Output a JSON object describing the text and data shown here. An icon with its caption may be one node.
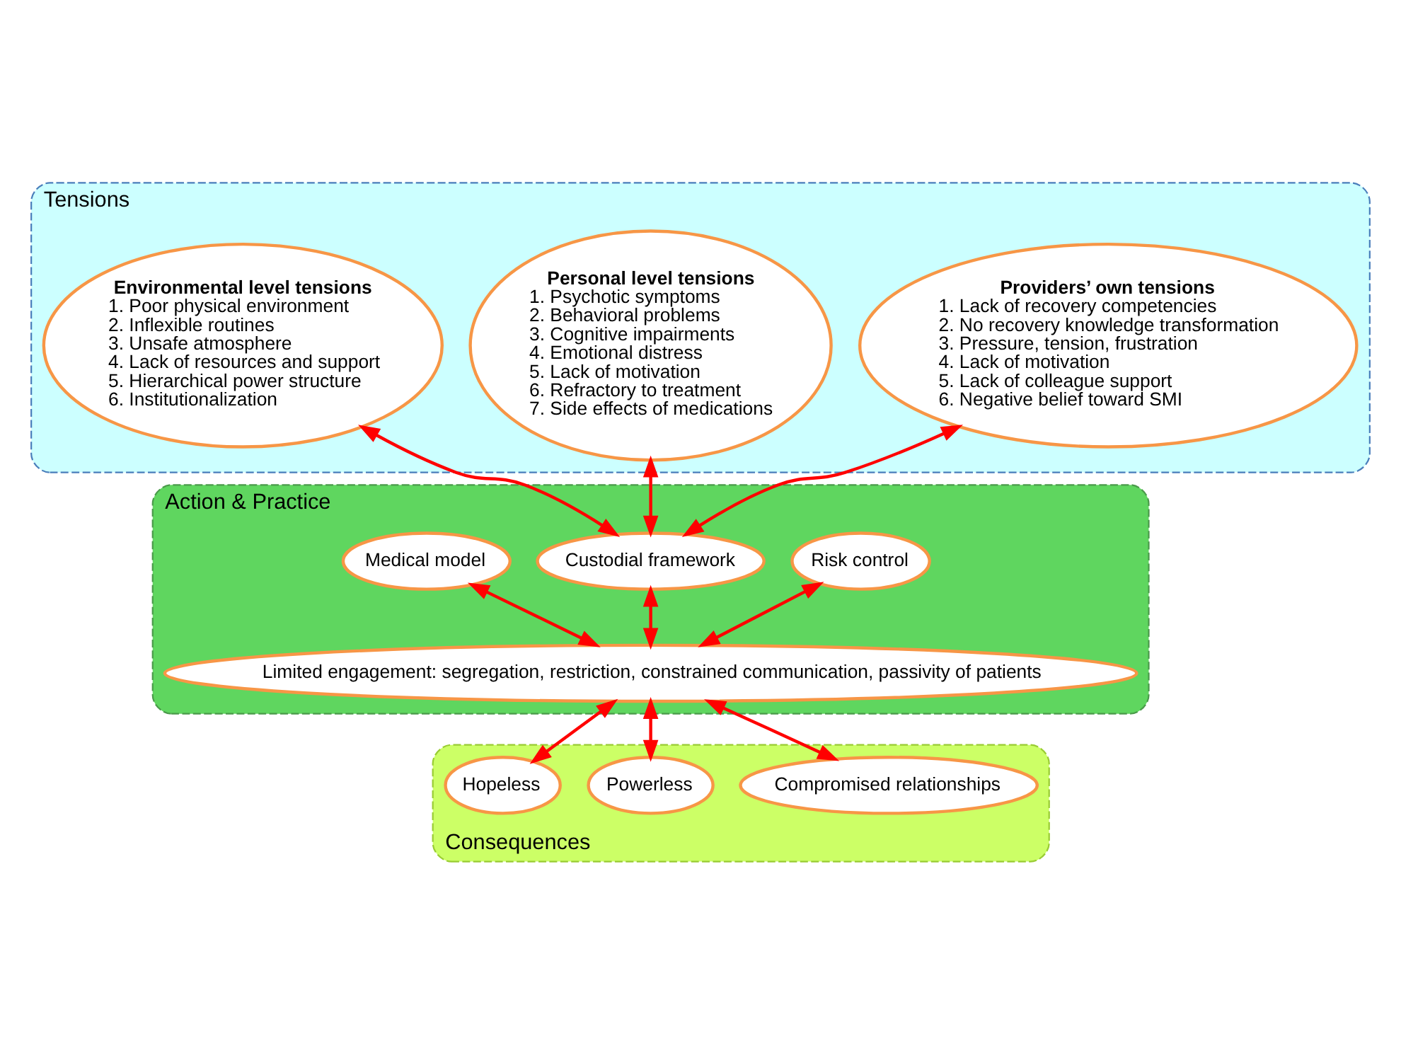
{
  "diagram": {
    "nodes": [
      {
        "text": [
          "Tensions"
        ]
      },
      {
        "text": [
          "Environmental level tensions",
          "1. Poor physical environment",
          "2. Inflexible routines",
          "3. Unsafe atmosphere",
          "4. Lack of resources and support",
          "5. Hierarchical power structure",
          "6. Institutionalization"
        ],
        "in": 0
      },
      {
        "text": [
          "Personal level tensions",
          "1. Psychotic symptoms",
          "2. Behavioral problems",
          "3. Cognitive impairments",
          "4. Emotional distress",
          "5. Lack of motivation",
          "6. Refractory to treatment",
          "7. Side effects of medications"
        ],
        "in": 0
      },
      {
        "text": [
          "Providers’ own tensions",
          "1. Lack of recovery competencies",
          "2. No recovery knowledge transformation",
          "3. Pressure, tension, frustration",
          "4. Lack of motivation",
          "5. Lack of colleague support",
          "6. Negative belief toward SMI"
        ],
        "in": 0
      },
      {
        "text": [
          "Action & Practice"
        ]
      },
      {
        "text": [
          "Medical model"
        ],
        "in": 4
      },
      {
        "text": [
          "Custodial framework"
        ],
        "in": 4
      },
      {
        "text": [
          "Risk control"
        ],
        "in": 4
      },
      {
        "text": [
          "Limited engagement: segregation, restriction, constrained communication, passivity of patients"
        ],
        "in": 4
      },
      {
        "text": [
          "Consequences"
        ]
      },
      {
        "text": [
          "Hopeless"
        ],
        "in": 9
      },
      {
        "text": [
          "Powerless"
        ],
        "in": 9
      },
      {
        "text": [
          "Compromised relationships"
        ],
        "in": 9
      }
    ],
    "edges": [
      {
        "from": 1,
        "to": 6,
        "arrow": "both"
      },
      {
        "from": 2,
        "to": 6,
        "arrow": "both"
      },
      {
        "from": 3,
        "to": 6,
        "arrow": "both"
      },
      {
        "from": 5,
        "to": 8,
        "arrow": "both"
      },
      {
        "from": 6,
        "to": 8,
        "arrow": "both"
      },
      {
        "from": 7,
        "to": 8,
        "arrow": "both"
      },
      {
        "from": 8,
        "to": 10,
        "arrow": "both"
      },
      {
        "from": 8,
        "to": 11,
        "arrow": "both"
      },
      {
        "from": 8,
        "to": 12,
        "arrow": "both"
      }
    ]
  }
}
